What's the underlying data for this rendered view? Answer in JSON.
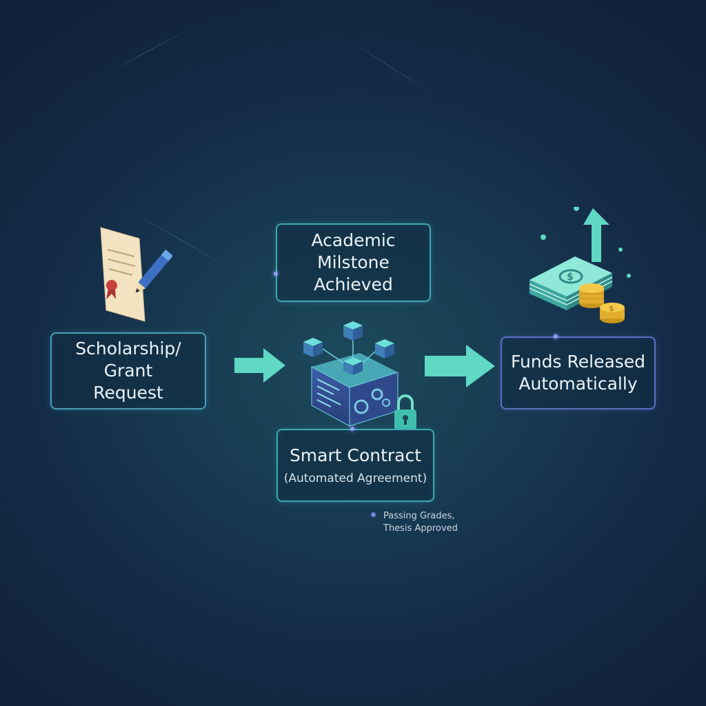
{
  "nodes": {
    "request": {
      "label": "Scholarship/\nGrant\nRequest"
    },
    "milestone": {
      "label": "Academic\nMilstone\nAchieved"
    },
    "contract": {
      "label": "Smart Contract",
      "sublabel": "(Automated Agreement)"
    },
    "funds": {
      "label": "Funds Released\nAutomatically"
    }
  },
  "condition_note": {
    "line1": "Passing Grades,",
    "line2": "Thesis Approved"
  },
  "icons": {
    "request": "document-with-pen-icon",
    "contract": "blockchain-cube-icon",
    "lock": "padlock-icon",
    "funds": "money-stack-icon",
    "coins": "coin-stack-icon",
    "growth": "up-arrow-icon"
  },
  "colors": {
    "accent_teal": "#4fd8c8",
    "accent_blue": "#5c70c8",
    "background": "#142b47"
  }
}
